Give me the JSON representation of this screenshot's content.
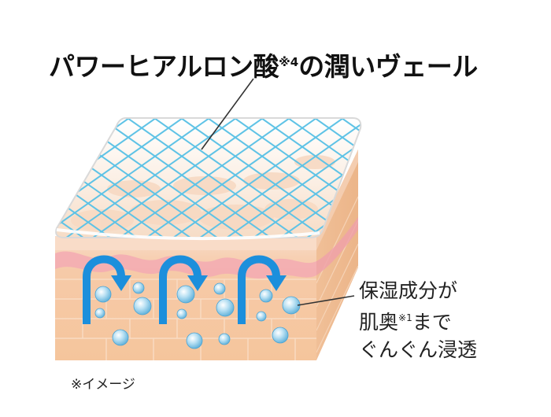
{
  "heading": {
    "prefix": "パワーヒアルロン酸",
    "mark": "※4",
    "suffix": "の潤いヴェール"
  },
  "callout": {
    "line1": "保湿成分が",
    "line2_prefix": "肌奥",
    "line2_mark": "※1",
    "line2_suffix": "まで",
    "line3": "ぐんぐん浸透"
  },
  "note": "※イメージ",
  "colors": {
    "veil_grid": "#5fc3e6",
    "arrow": "#1c8fdc",
    "bubble": "#8fcbe8",
    "skin_top": "#f7d2b6",
    "skin_front": "#f6cba7",
    "skin_side": "#f1c29a",
    "pink_layer": "#f4b0b8",
    "leader_line": "#333333"
  },
  "icons": [
    "veil-grid",
    "arc-arrow",
    "bubble"
  ]
}
